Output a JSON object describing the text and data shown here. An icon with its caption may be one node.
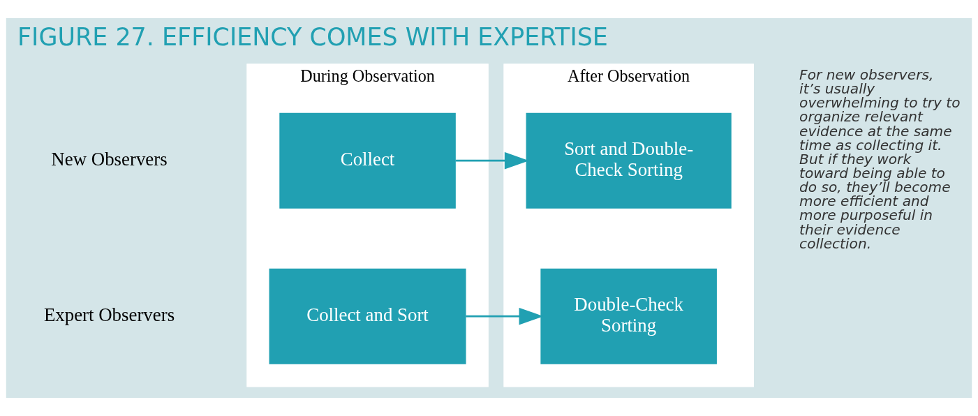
{
  "diagram": {
    "title": "FIGURE 27. EFFICIENCY COMES WITH EXPERTISE",
    "nodes": [
      {
        "text": [
          "During Observation"
        ]
      },
      {
        "text": [
          "Collect"
        ],
        "in": 0
      },
      {
        "text": [
          "Collect and Sort"
        ],
        "in": 0
      },
      {
        "text": [
          "After Observation"
        ]
      },
      {
        "text": [
          "Sort and Double-Check Sorting"
        ],
        "in": 3
      },
      {
        "text": [
          "Double-Check Sorting"
        ],
        "in": 3
      }
    ],
    "edges": [
      {
        "from": 1,
        "to": 4,
        "arrow": "to"
      },
      {
        "from": 2,
        "to": 5,
        "arrow": "to"
      }
    ],
    "labels": [
      "New Observers",
      "Expert Observers",
      "For new observers, it’s usually overwhelming to try to organize relevant evidence at the same time as collecting it. But if they work toward being able to do so, they’ll become more efficient and more purposeful in their evidence collection."
    ]
  }
}
